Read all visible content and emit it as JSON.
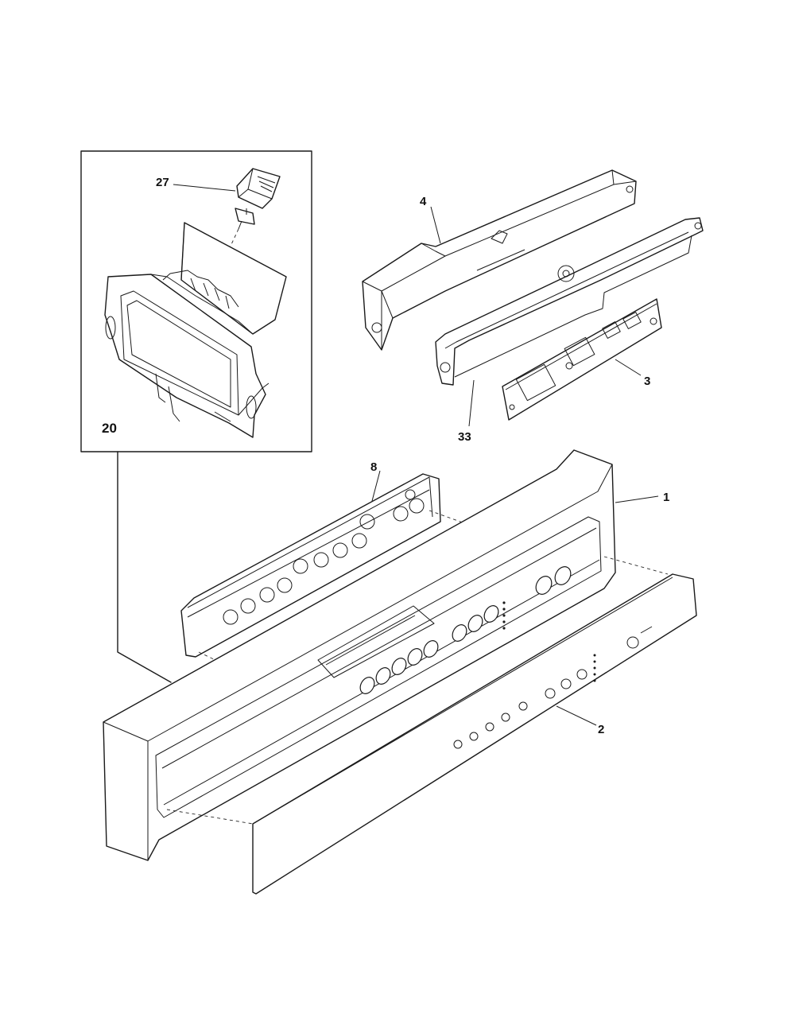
{
  "callouts": {
    "p27": "27",
    "p4": "4",
    "p20": "20",
    "p3": "3",
    "p33": "33",
    "p8": "8",
    "p1": "1",
    "p2": "2"
  }
}
